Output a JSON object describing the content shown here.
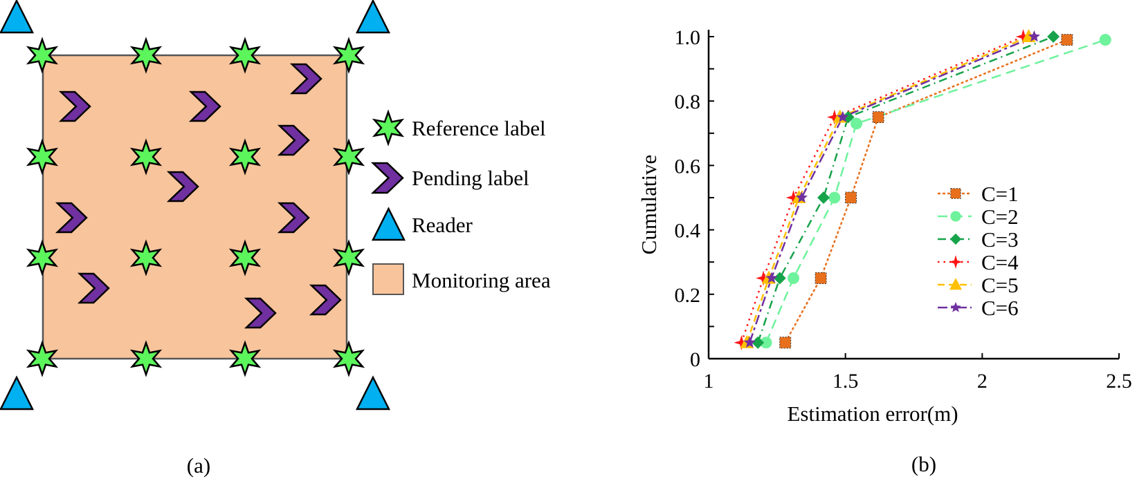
{
  "panel_a": {
    "label": "(a)",
    "colors": {
      "reference": "#5CF55C",
      "pending": "#7030A0",
      "reader": "#00B0F0",
      "area": "#F8C49C",
      "area_border": "#555555"
    },
    "grid": {
      "rows": 4,
      "cols": 4
    },
    "legend": [
      {
        "icon": "six-point-star-icon",
        "label": "Reference label"
      },
      {
        "icon": "chevron-right-icon",
        "label": "Pending label"
      },
      {
        "icon": "triangle-icon",
        "label": "Reader"
      },
      {
        "icon": "square-icon",
        "label": "Monitoring area"
      }
    ],
    "readers": [
      "top-left",
      "top-right",
      "bottom-left",
      "bottom-right"
    ],
    "pending_label_count": 10
  },
  "panel_b": {
    "label": "(b)"
  },
  "chart_data": {
    "type": "line",
    "title": "",
    "xlabel": "Estimation error(m)",
    "ylabel": "Cumulative",
    "xlim": [
      1,
      2.5
    ],
    "ylim": [
      0,
      1.0
    ],
    "xticks": [
      1,
      1.5,
      2,
      2.5
    ],
    "xtick_labels": [
      "1",
      "1.5",
      "2",
      "2.5"
    ],
    "yticks": [
      0,
      0.2,
      0.4,
      0.6,
      0.8,
      1.0
    ],
    "ytick_labels": [
      "0",
      "0.2",
      "0.4",
      "0.6",
      "0.8",
      "1.0"
    ],
    "grid": false,
    "legend_position": "center-right",
    "series": [
      {
        "name": "C=1",
        "color": "#E8701C",
        "marker": "square",
        "dash": "dotted-dense",
        "x": [
          1.28,
          1.41,
          1.52,
          1.62,
          2.31
        ],
        "y": [
          0.05,
          0.25,
          0.5,
          0.75,
          0.99
        ]
      },
      {
        "name": "C=2",
        "color": "#6EF29C",
        "marker": "circle",
        "dash": "long-dash",
        "x": [
          1.21,
          1.31,
          1.46,
          1.54,
          2.45
        ],
        "y": [
          0.05,
          0.25,
          0.5,
          0.73,
          0.99
        ]
      },
      {
        "name": "C=3",
        "color": "#16A34A",
        "marker": "diamond",
        "dash": "dash-dot",
        "x": [
          1.18,
          1.26,
          1.42,
          1.51,
          2.26
        ],
        "y": [
          0.05,
          0.25,
          0.5,
          0.75,
          1.0
        ]
      },
      {
        "name": "C=4",
        "color": "#FF1414",
        "marker": "plus-star",
        "dash": "dotted",
        "x": [
          1.12,
          1.2,
          1.31,
          1.46,
          2.15
        ],
        "y": [
          0.05,
          0.25,
          0.5,
          0.75,
          1.0
        ]
      },
      {
        "name": "C=5",
        "color": "#FFC000",
        "marker": "triangle",
        "dash": "dashed",
        "x": [
          1.14,
          1.22,
          1.33,
          1.48,
          2.17
        ],
        "y": [
          0.05,
          0.25,
          0.5,
          0.75,
          1.0
        ]
      },
      {
        "name": "C=6",
        "color": "#7030A0",
        "marker": "star",
        "dash": "dash-gap",
        "x": [
          1.15,
          1.23,
          1.34,
          1.49,
          2.19
        ],
        "y": [
          0.05,
          0.25,
          0.5,
          0.75,
          1.0
        ]
      }
    ]
  }
}
